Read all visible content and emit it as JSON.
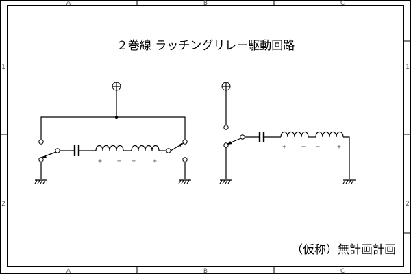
{
  "title": "２巻線 ラッチングリレー駆動回路",
  "footer": "（仮称）無計画計画",
  "zones": {
    "columns": [
      "A",
      "B",
      "C"
    ],
    "rows": [
      "1",
      "2"
    ]
  },
  "polarity": {
    "left_coil": [
      "+",
      "−",
      "−",
      "+"
    ],
    "right_coil": [
      "+",
      "−",
      "−",
      "+"
    ]
  }
}
